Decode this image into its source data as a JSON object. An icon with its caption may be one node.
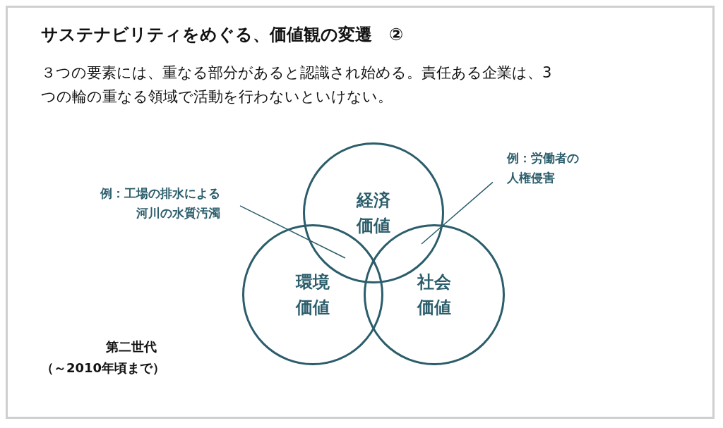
{
  "diagram": {
    "title": "サステナビリティをめぐる、価値観の変遷　②",
    "caption": "３つの要素には、重なる部分があると認識され始める。責任ある企業は、3つの輪の重なる領域で活動を行わないといけない。",
    "nodes": [
      {
        "text": [
          "経済価値"
        ]
      },
      {
        "text": [
          "環境価値"
        ]
      },
      {
        "text": [
          "社会価値"
        ]
      },
      {
        "text": [
          "例：工場の排水による河川の水質汚濁"
        ]
      },
      {
        "text": [
          "例：労働者の人権侵害"
        ]
      }
    ],
    "edges": [
      {
        "from": 3,
        "to": 0,
        "arrow": "none"
      },
      {
        "from": 4,
        "to": 0,
        "arrow": "none"
      }
    ],
    "labels": [
      "第二世代",
      "（～2010年頃まで）"
    ]
  }
}
